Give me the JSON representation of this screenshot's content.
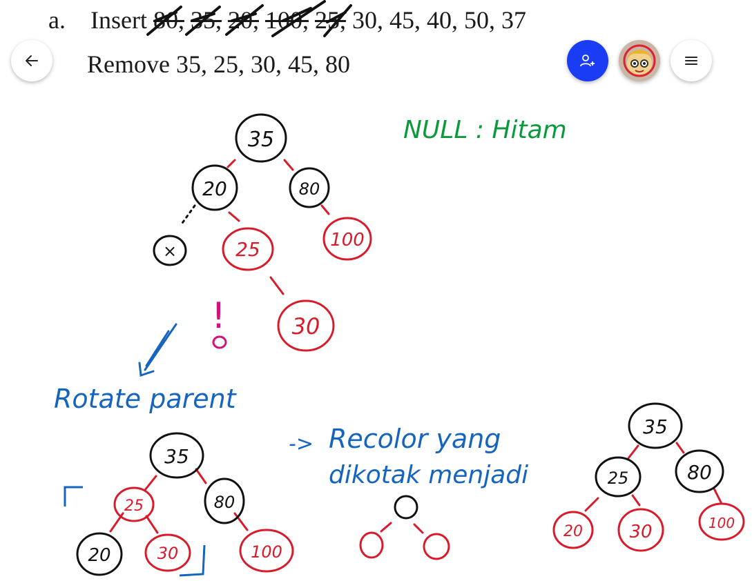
{
  "document": {
    "line1_label": "a.",
    "line1_prefix": "Insert",
    "crossed_values": [
      "80,",
      "35,",
      "20,",
      "100,",
      "25,"
    ],
    "line1_rest": "30, 45, 40, 50, 37",
    "line2": "Remove 35, 25, 30, 45, 80"
  },
  "toolbar": {
    "back_icon": "arrow-left-icon",
    "invite_icon": "person-add-icon",
    "menu_icon": "hamburger-menu-icon",
    "accent_color": "#1a3cf5"
  },
  "annotations": {
    "null_note": "NULL : Hitam",
    "rotate_note": "Rotate parent",
    "recolor_note_line1": "Recolor yang",
    "recolor_note_line2": "dikotak menjadi",
    "recolor_arrow": "->",
    "exclaim": "!",
    "ink_colors": {
      "black": "#111111",
      "red": "#d81b2a",
      "green": "#0a9a3b",
      "blue": "#1565c0",
      "magenta": "#d0127a"
    }
  },
  "trees": {
    "tree1": {
      "n35": "35",
      "n20": "20",
      "n80": "80",
      "nx": "×",
      "n25": "25",
      "n100": "100",
      "n30": "30"
    },
    "tree2": {
      "n35": "35",
      "n25": "25",
      "n80": "80",
      "n20": "20",
      "n30": "30",
      "n100": "100"
    },
    "tree4": {
      "n35": "35",
      "n25": "25",
      "n80": "80",
      "n20": "20",
      "n30": "30",
      "n100": "100"
    }
  }
}
